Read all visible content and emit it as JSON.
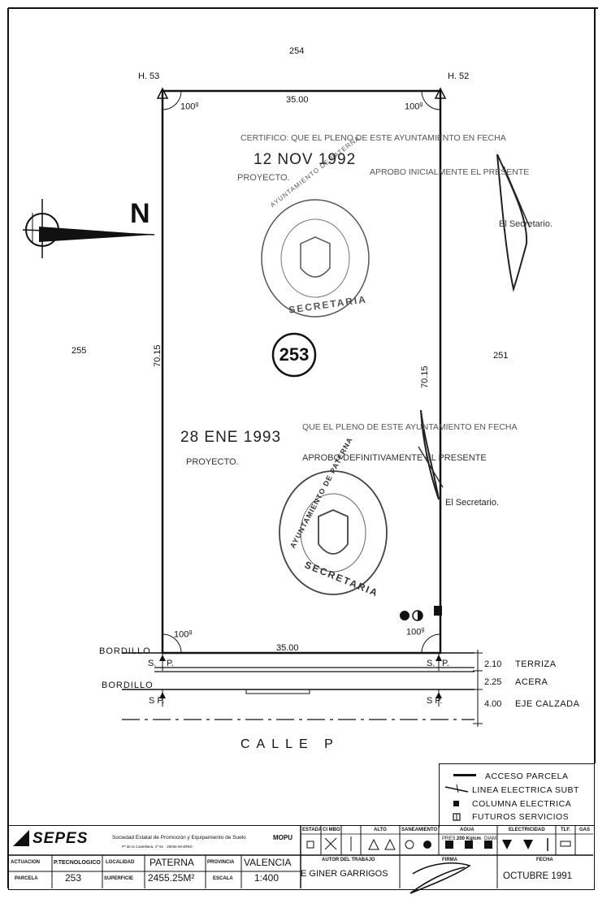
{
  "plan": {
    "neighbor_top": "254",
    "neighbor_left": "255",
    "neighbor_right": "251",
    "parcel_number": "253",
    "corner_tl": "H. 53",
    "corner_tr": "H. 52",
    "width_top": "35.00",
    "width_bottom": "35.00",
    "height_left": "70.15",
    "height_right": "70.15",
    "angle_tl": "100",
    "angle_tr": "100",
    "angle_bl": "100",
    "angle_br": "100",
    "angle_unit": "g",
    "north": "N",
    "bordillo_1": "BORDILLO",
    "bordillo_2": "BORDILLO",
    "sp_left_1": "S.",
    "sp_left_1b": "P.",
    "sp_right_1": "S.",
    "sp_right_1b": "P.",
    "sp_left_2": "S P.",
    "sp_right_2": "S P.",
    "street": "CALLE P",
    "sections": [
      {
        "value": "2.10",
        "label": "TERRIZA"
      },
      {
        "value": "2.25",
        "label": "ACERA"
      },
      {
        "value": "4.00",
        "label": "EJE CALZADA"
      }
    ]
  },
  "stamps": {
    "stamp1_line1": "CERTIFICO: QUE EL PLENO DE ESTE AYUNTAMIENTO EN FECHA",
    "stamp1_date": "12 NOV 1992",
    "stamp1_line2": "APROBO INICIALMENTE EL PRESENTE",
    "stamp1_line3": "PROYECTO.",
    "stamp1_signer": "El Secretario.",
    "stamp2_line1": "QUE EL PLENO DE ESTE AYUNTAMIENTO EN FECHA",
    "stamp2_date": "28 ENE 1993",
    "stamp2_line2": "APROBO DEFINITIVAMENTE EL PRESENTE",
    "stamp2_line3": "PROYECTO.",
    "stamp2_signer": "El Secretario.",
    "seal1_text": "AYUNTAMIENTO DE PATERNA",
    "seal1_bottom": "SECRETARIA",
    "seal2_text": "AYUNTAMIENTO DE PATERNA",
    "seal2_bottom": "SECRETARIA"
  },
  "legend": {
    "items": [
      "ACCESO PARCELA",
      "LINEA ELECTRICA SUBT",
      "COLUMNA ELECTRICA",
      "FUTUROS SERVICIOS"
    ]
  },
  "title_block": {
    "logo": "SEPES",
    "company": "Sociedad Estatal de Promoción y Equipamiento de Suelo",
    "ministry": "MOPU",
    "address": "Pº de la Castellana, nº 91 · 28046 MADRID",
    "h_estado": "ESTADA",
    "h_cimbo": "CI MBO",
    "h_alto": "ALTO",
    "h_saneamiento": "SANEAMIENTO",
    "h_agua": "AGUA",
    "h_electricidad": "ELECTRICIDAD",
    "h_tlf": "TLF.",
    "h_gas": "GAS",
    "agua_pres": "PRES.",
    "agua_diam": "DIAM",
    "agua_val": "200 Kg/cm",
    "actuacion_label": "ACTUACION",
    "actuacion_value": "P.TECNOLOGICO",
    "localidad_label": "LOCALIDAD",
    "localidad_value": "PATERNA",
    "provincia_label": "PROVINCIA",
    "provincia_value": "VALENCIA",
    "parcela_label": "PARCELA",
    "parcela_value": "253",
    "superficie_label": "SUPERFICIE",
    "superficie_value": "2455.25M²",
    "escala_label": "ESCALA",
    "escala_value": "1:400",
    "autor_label": "AUTOR DEL TRABAJO",
    "autor_value": "E GINER GARRIGOS",
    "firma_label": "FIRMA",
    "fecha_label": "FECHA",
    "fecha_value": "OCTUBRE 1991"
  }
}
